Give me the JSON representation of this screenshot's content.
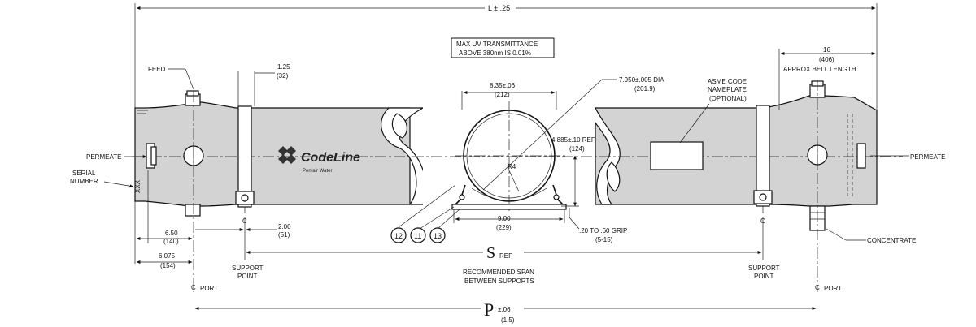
{
  "dimensions": {
    "overall_length": "L ± .25",
    "bell_length_in": "16",
    "bell_length_mm": "(406)",
    "bell_length_label": "APPROX BELL LENGTH",
    "support_width_in": "1.25",
    "support_width_mm": "(32)",
    "saddle_width_in": "8.35±.06",
    "saddle_width_mm": "(212)",
    "diameter_label": "7.950±.005 DIA",
    "diameter_mm": "(201.9)",
    "center_height": "4.885±.10 REF",
    "center_height_mm": "(124)",
    "dim_650": "6.50",
    "dim_650_mm": "(140)",
    "dim_6075": "6.075",
    "dim_6075_mm": "(154)",
    "dim_200": "2.00",
    "dim_200_mm": "(51)",
    "base_width": "9.00",
    "base_width_mm": "(229)",
    "grip": ".20 TO .60 GRIP",
    "grip_mm": "(5-15)",
    "radius": "R4"
  },
  "labels": {
    "feed": "FEED",
    "permeate_left": "PERMEATE",
    "permeate_right": "PERMEATE",
    "serial_line1": "SERIAL",
    "serial_line2": "NUMBER",
    "concentrate": "CONCENTRATE",
    "uv_line1": "MAX UV TRANSMITTANCE",
    "uv_line2": "ABOVE 380nm IS 0.01%",
    "asme_line1": "ASME CODE",
    "asme_line2": "NAMEPLATE",
    "asme_line3": "(OPTIONAL)",
    "support_left_1": "SUPPORT",
    "support_left_2": "POINT",
    "support_right_1": "SUPPORT",
    "support_right_2": "POINT",
    "span_symbol": "S",
    "span_ref": "REF",
    "span_line1": "RECOMMENDED SPAN",
    "span_line2": "BETWEEN SUPPORTS",
    "port_symbol": "P",
    "port_tol": "±.06",
    "port_mm": "(1.5)",
    "port_left": "PORT",
    "port_right": "PORT",
    "centerline_mark": "⊄",
    "cl_letter": "C",
    "logo_name": "CodeLine",
    "logo_sub": "Pentair Water",
    "callout_12": "12",
    "callout_11": "11",
    "callout_13": "13",
    "serial_mark": "XXX"
  },
  "colors": {
    "vessel_fill": "#d3d3d3",
    "line": "#111111"
  }
}
